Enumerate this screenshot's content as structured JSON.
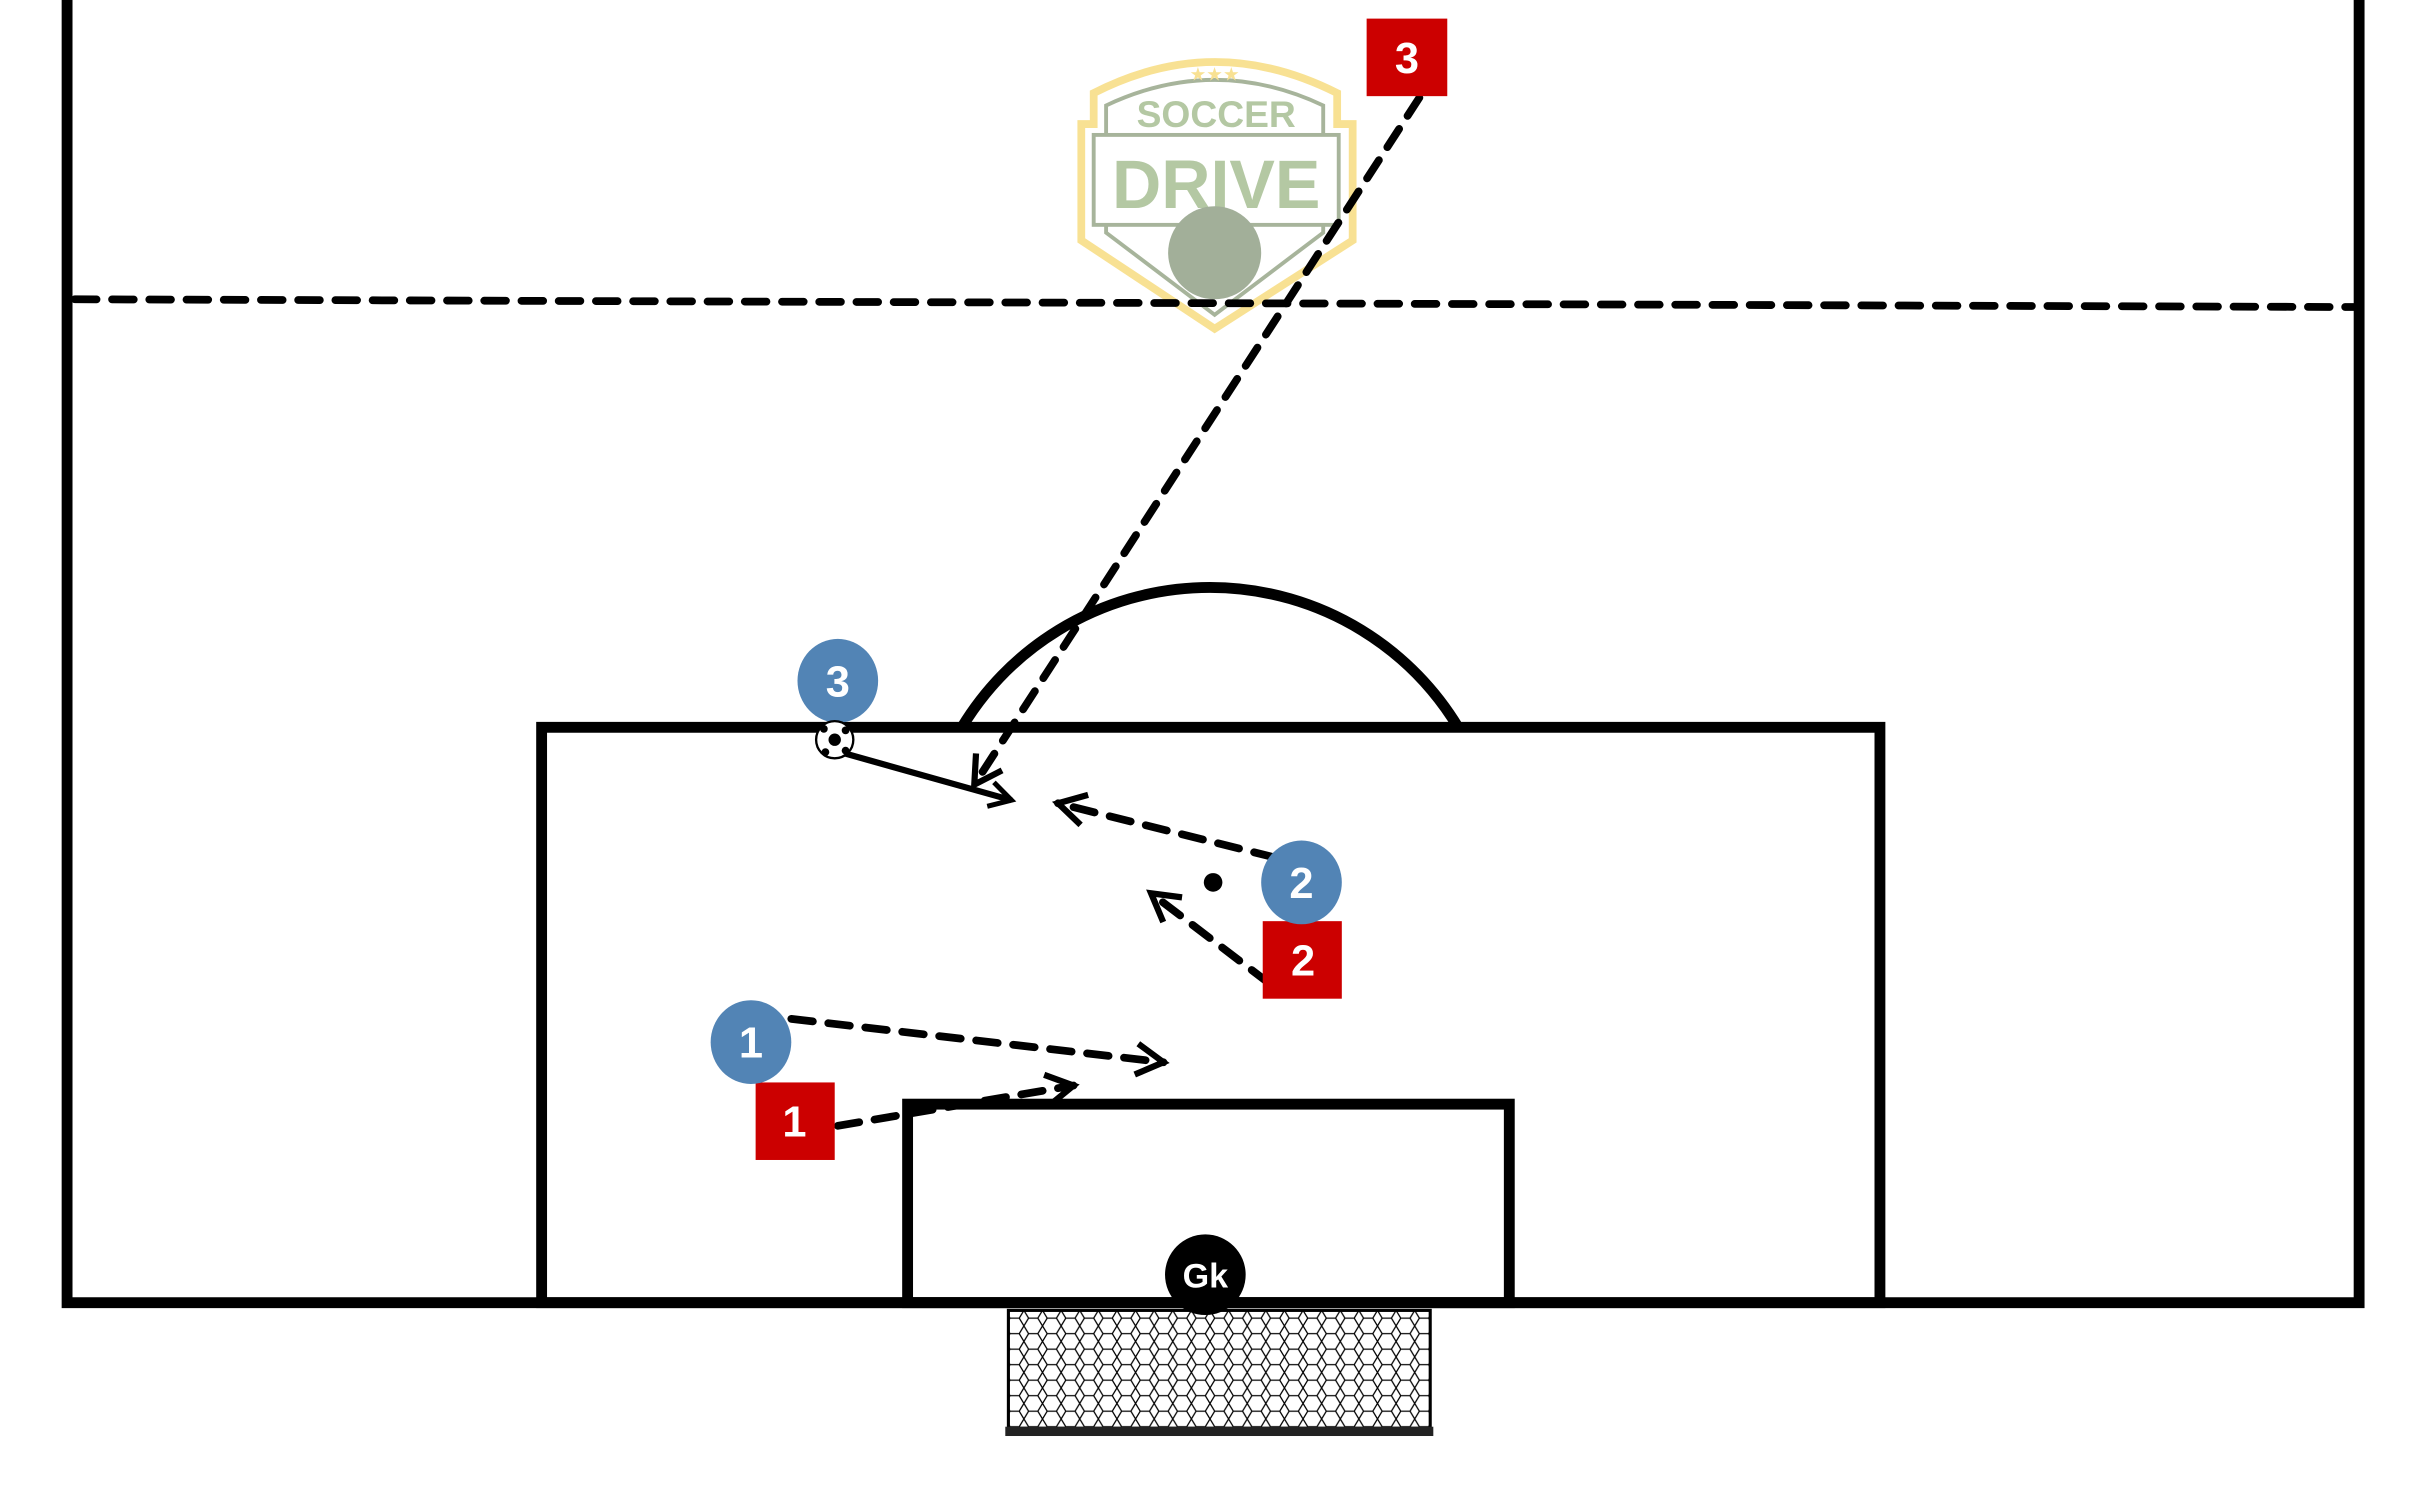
{
  "logo": {
    "line1": "SOCCER",
    "line2": "DRIVE"
  },
  "colors": {
    "attacker": "#5284b5",
    "defender": "#cc0000",
    "logo_green": "#b1c69f",
    "logo_gold": "#f8e08e"
  },
  "players": {
    "attackers": [
      {
        "label": "3"
      },
      {
        "label": "2"
      },
      {
        "label": "1"
      }
    ],
    "defenders": [
      {
        "label": "3"
      },
      {
        "label": "2"
      },
      {
        "label": "1"
      }
    ],
    "goalkeeper": {
      "label": "Gk"
    }
  }
}
